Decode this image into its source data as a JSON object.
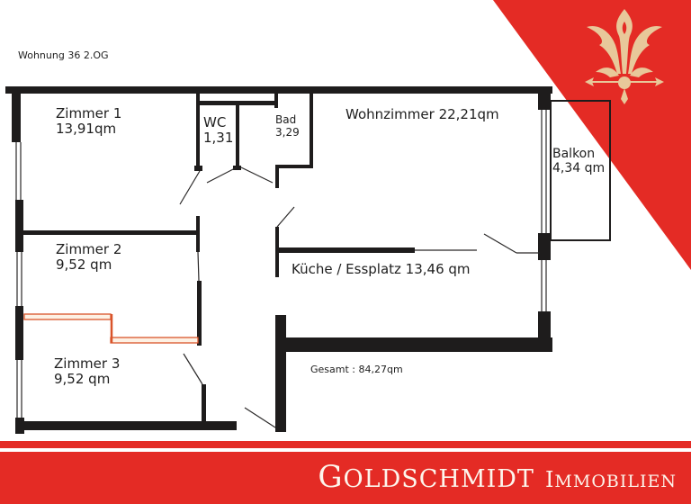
{
  "header": {
    "apartment_label": "Wohnung 36   2.OG"
  },
  "rooms": [
    {
      "name": "Zimmer 1",
      "area": "13,91qm"
    },
    {
      "name": "WC",
      "area": "1,31"
    },
    {
      "name": "Bad",
      "area": "3,29"
    },
    {
      "name": "Wohnzimmer 22,21qm"
    },
    {
      "name": "Balkon",
      "area": "4,34 qm"
    },
    {
      "name": "Zimmer 2",
      "area": "9,52 qm"
    },
    {
      "name": "Küche / Essplatz 13,46 qm"
    },
    {
      "name": "Zimmer 3",
      "area": "9,52 qm"
    }
  ],
  "summary": {
    "total_label": "Gesamt : 84,27qm"
  },
  "brand": {
    "name_first_letter": "G",
    "name_rest": "OLDSCHMIDT",
    "suffix_first_letter": "I",
    "suffix_rest": "MMOBILIEN",
    "logo_icon": "fleur-de-lis-icon"
  },
  "colors": {
    "brand_red": "#e42b25",
    "logo_gold": "#e8c89a",
    "wall": "#1e1c1c",
    "partition_orange": "#d9542a",
    "text_cream": "#fdf5ec"
  }
}
